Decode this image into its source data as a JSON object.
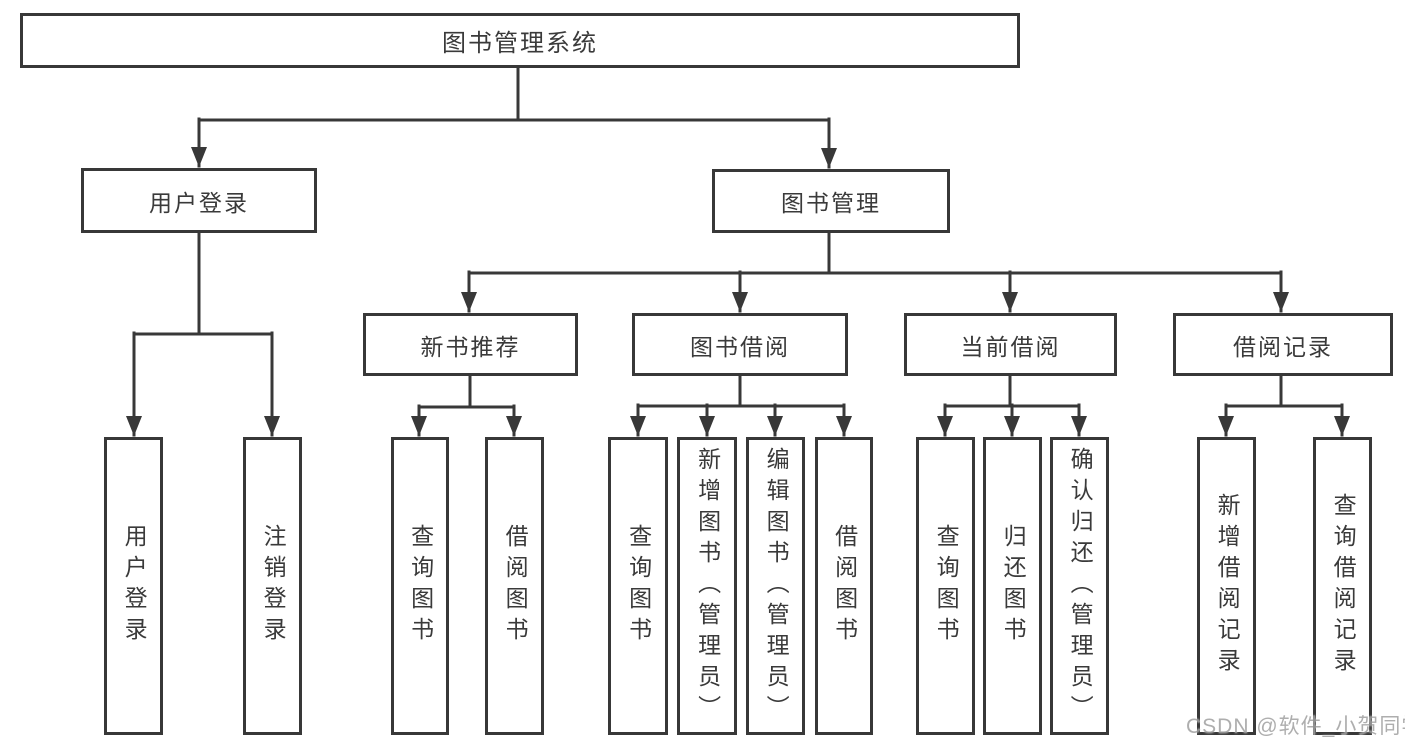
{
  "colors": {
    "line": "#383838",
    "text": "#3a3a3a",
    "watermark": "#a0a0a0"
  },
  "watermark": {
    "text": "CSDN @软件_小贺同学"
  },
  "tree": {
    "root": {
      "label": "图书管理系统"
    },
    "branches": [
      {
        "label": "用户登录",
        "leaves": [
          {
            "label": "用户登录"
          },
          {
            "label": "注销登录"
          }
        ]
      },
      {
        "label": "图书管理",
        "children": [
          {
            "label": "新书推荐",
            "leaves": [
              {
                "label": "查询图书"
              },
              {
                "label": "借阅图书"
              }
            ]
          },
          {
            "label": "图书借阅",
            "leaves": [
              {
                "label": "查询图书"
              },
              {
                "label": "新增图书（管理员）"
              },
              {
                "label": "编辑图书（管理员）"
              },
              {
                "label": "借阅图书"
              }
            ]
          },
          {
            "label": "当前借阅",
            "leaves": [
              {
                "label": "查询图书"
              },
              {
                "label": "归还图书"
              },
              {
                "label": "确认归还（管理员）"
              }
            ]
          },
          {
            "label": "借阅记录",
            "leaves": [
              {
                "label": "新增借阅记录"
              },
              {
                "label": "查询借阅记录"
              }
            ]
          }
        ]
      }
    ]
  }
}
